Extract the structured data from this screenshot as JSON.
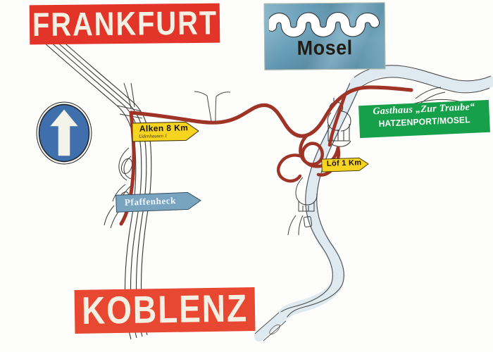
{
  "map": {
    "title": "Hand-drawn route map to Gasthaus Zur Traube, Hatzenport/Mosel",
    "colors": {
      "banner_red": "#e23428",
      "banner_red_alt": "#e84832",
      "banner_text": "#f5f0e4",
      "plaque_blue": "#6ca4be",
      "sign_green": "#17a04a",
      "sign_yellow": "#f6d41f",
      "sign_blue": "#6d9dbb",
      "road_red": "#9e3326",
      "river_blue": "#dfe9f0",
      "ink_black": "#2a2a2a",
      "background": "#fdfdfc"
    }
  },
  "banners": {
    "frankfurt": {
      "label": "FRANKFURT"
    },
    "koblenz": {
      "label": "KOBLENZ"
    }
  },
  "river_plaque": {
    "label": "Mosel",
    "icon": "wavy-river-icon"
  },
  "road_sign": {
    "icon": "straight-ahead-arrow-icon",
    "meaning": "proceed straight ahead"
  },
  "gasthaus_sign": {
    "name": "Gasthaus „Zur Traube“",
    "place": "HATZENPORT/MOSEL"
  },
  "direction_signs": [
    {
      "id": "alken",
      "main": "Alken 8 Km",
      "sub": "Udenhausen 1",
      "color": "#f6d41f",
      "points": "right"
    },
    {
      "id": "loef",
      "main": "Löf 1 Km",
      "sub": "",
      "color": "#f6d41f",
      "points": "right"
    },
    {
      "id": "pfaffenheck",
      "main": "Pfaffenheck",
      "sub": "",
      "color": "#6d9dbb",
      "points": "right"
    }
  ]
}
